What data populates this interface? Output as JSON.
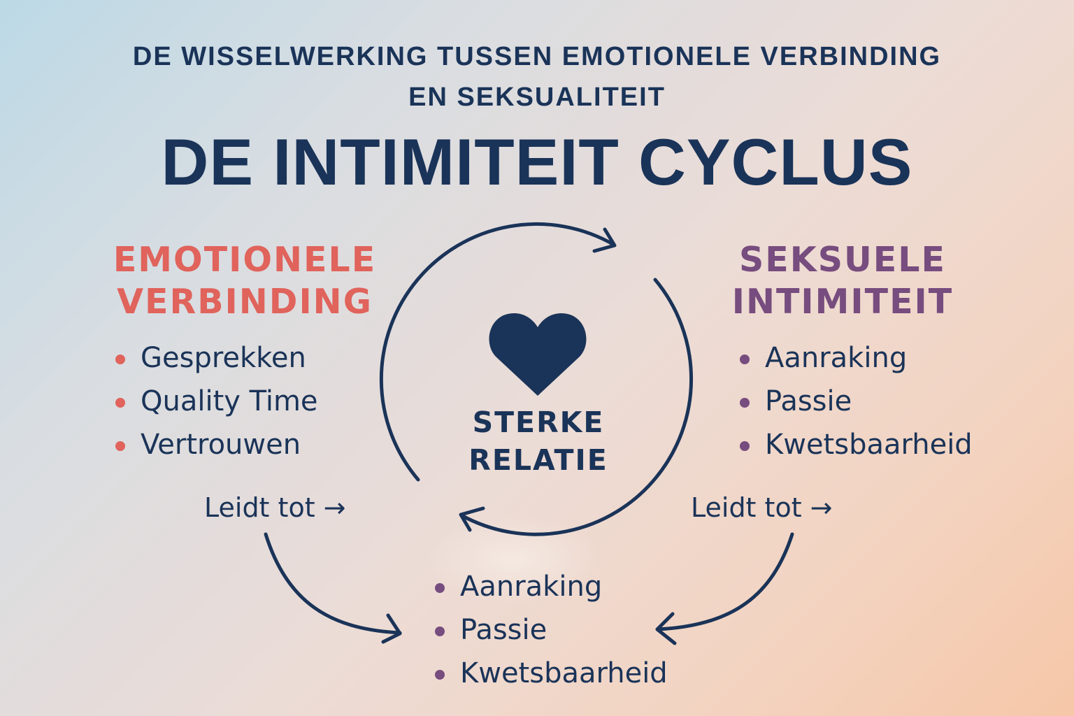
{
  "header": {
    "subtitle_line1": "DE WISSELWERKING TUSSEN EMOTIONELE VERBINDING",
    "subtitle_line2": "EN SEKSUALITEIT",
    "title": "DE INTIMITEIT CYCLUS"
  },
  "emotional": {
    "title_line1": "EMOTIONELE",
    "title_line2": "VERBINDING",
    "color": "#e0635c",
    "items": [
      "Gesprekken",
      "Quality Time",
      "Vertrouwen"
    ],
    "arrow_label": "Leidt tot →"
  },
  "sexual": {
    "title_line1": "SEKSUELE",
    "title_line2": "INTIMITEIT",
    "color": "#774c7e",
    "items": [
      "Aanraking",
      "Passie",
      "Kwetsbaarheid"
    ],
    "arrow_label": "Leidt tot →"
  },
  "center": {
    "icon": "heart-icon",
    "label_line1": "STERKE",
    "label_line2": "RELATIE"
  },
  "bottom": {
    "items": [
      "Aanraking",
      "Passie",
      "Kwetsbaarheid"
    ]
  },
  "colors": {
    "navy": "#1a3358",
    "coral": "#e0635c",
    "purple": "#774c7e",
    "bg_top_left": "#bcd9e6",
    "bg_bottom_right": "#f6c7a8"
  }
}
